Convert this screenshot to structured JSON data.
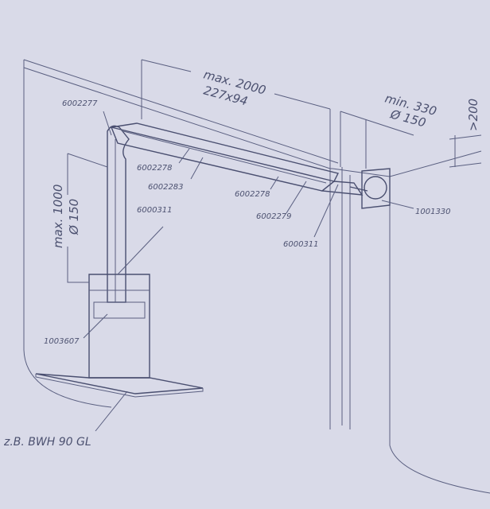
{
  "dimensions": {
    "duct_length": "max. 2000",
    "duct_section": "227x94",
    "wall_sleeve_length": "min. 330",
    "wall_sleeve_diameter": "Ø 150",
    "ceiling_clearance": ">200",
    "vertical_length": "max. 1000",
    "vertical_diameter": "Ø 150"
  },
  "parts": {
    "elbow": "6002277",
    "duct_1": "6002278",
    "connector": "6002283",
    "duct_2": "6002278",
    "adapter": "6002279",
    "pipe_vertical": "6000311",
    "pipe_wall": "6000311",
    "wall_plate": "1001330",
    "hood_adapter": "1003607"
  },
  "hood_model": "z.B. BWH 90 GL",
  "colors": {
    "background": "#d9dae8",
    "line": "#4a4f70"
  }
}
